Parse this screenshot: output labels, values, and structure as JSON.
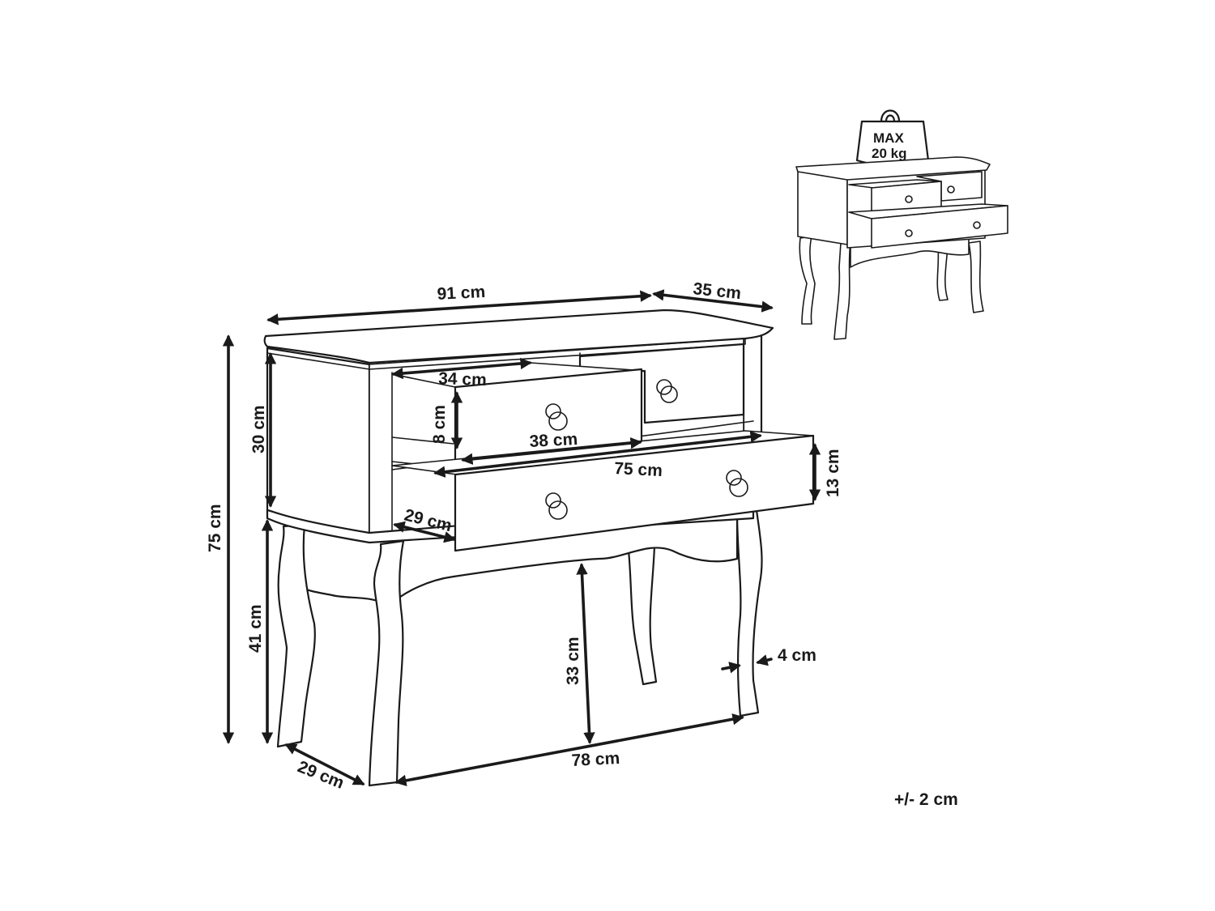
{
  "diagram": {
    "dimensions": {
      "width_total": "91 cm",
      "depth_total": "35 cm",
      "height_total": "75 cm",
      "cabinet_height": "30 cm",
      "leg_height": "41 cm",
      "small_drawer_inner_width": "34 cm",
      "small_drawer_height": "8 cm",
      "small_drawer_front_width": "38 cm",
      "large_drawer_width": "75 cm",
      "large_drawer_height": "13 cm",
      "drawer_depth": "29 cm",
      "clearance_height": "33 cm",
      "leg_thickness": "4 cm",
      "leg_span_width": "78 cm",
      "leg_span_depth": "29 cm"
    },
    "load": {
      "line1": "MAX",
      "line2": "20 kg"
    },
    "tolerance": "+/- 2 cm"
  }
}
